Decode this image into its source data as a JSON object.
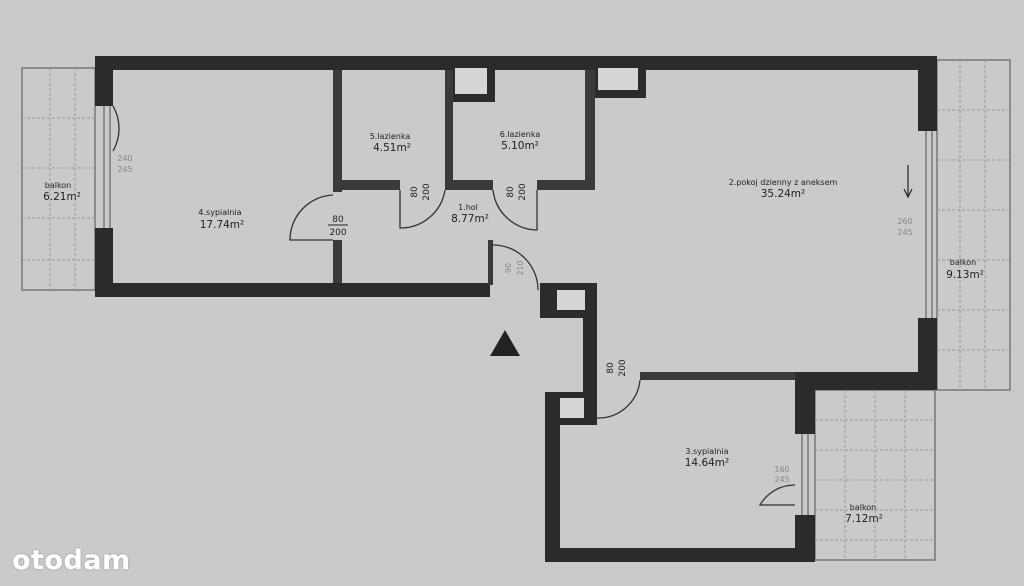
{
  "rooms": [
    {
      "name": "1.hol",
      "area": "8.77m²"
    },
    {
      "name": "2.pokoj dzienny z aneksem",
      "area": "35.24m²"
    },
    {
      "name": "3.sypialnia",
      "area": "14.64m²"
    },
    {
      "name": "4.sypialnia",
      "area": "17.74m²"
    },
    {
      "name": "5.lazienka",
      "area": "4.51m²"
    },
    {
      "name": "6.lazienka",
      "area": "5.10m²"
    }
  ],
  "balconies": [
    {
      "name": "balkon",
      "area": "6.21m²"
    },
    {
      "name": "balkon",
      "area": "9.13m²"
    },
    {
      "name": "balkon",
      "area": "7.12m²"
    }
  ],
  "doors": {
    "width": "80",
    "height": "200"
  },
  "windows": {
    "left": [
      "240",
      "245"
    ],
    "right": [
      "260",
      "245"
    ],
    "bottom": [
      "160",
      "245"
    ]
  },
  "entrance_door": [
    "90",
    "210"
  ],
  "logo": "otodam"
}
